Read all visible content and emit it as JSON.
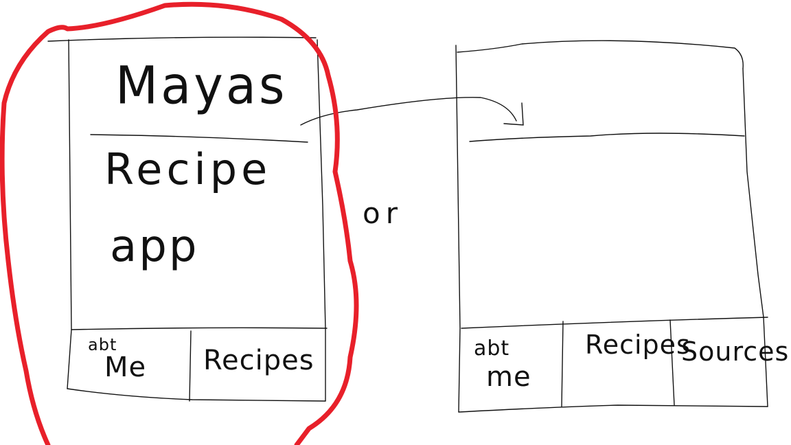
{
  "left_option": {
    "title_lines": [
      "Mayas",
      "Recipe",
      "app"
    ],
    "tabs": [
      {
        "line1": "abt",
        "line2": "Me"
      },
      {
        "label": "Recipes"
      }
    ]
  },
  "connector_text": "or",
  "right_option": {
    "tabs": [
      {
        "line1": "abt",
        "line2": "me"
      },
      {
        "label": "Recipes"
      },
      {
        "label": "Sources"
      }
    ]
  },
  "colors": {
    "ink": "#111111",
    "highlight": "#e8202a",
    "background": "#ffffff"
  }
}
